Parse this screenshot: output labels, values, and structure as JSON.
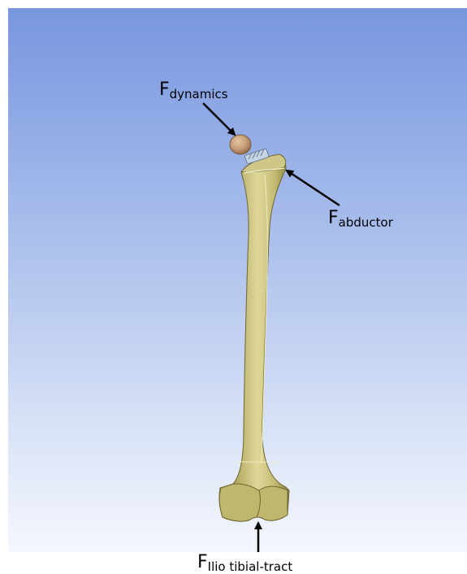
{
  "colors": {
    "bone": "#c8c07a",
    "bone_shade": "#7a7234",
    "bone_light": "#e4dc9c",
    "femoral_head": "#c9a07a",
    "background_top": "#7896e0",
    "background_bottom": "#f4f7fd"
  },
  "labels": {
    "dynamics": {
      "main": "F",
      "sub": "dynamics"
    },
    "abductor": {
      "main": "F",
      "sub": "abductor"
    },
    "ilio_tibial": {
      "main": "F",
      "sub": "Ilio tibial-tract"
    }
  }
}
